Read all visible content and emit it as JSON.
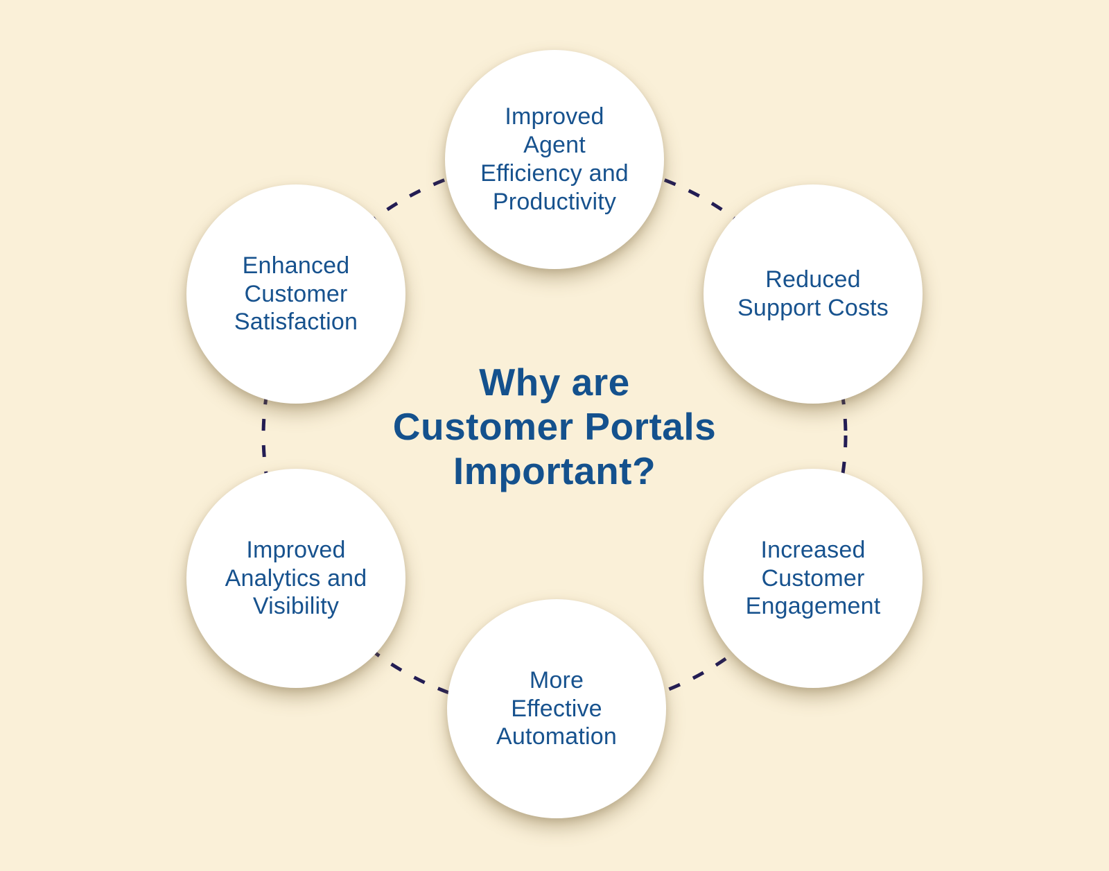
{
  "colors": {
    "background": "#FAF0D8",
    "node_fill": "#FFFFFF",
    "node_text": "#17528E",
    "title_text": "#14518D",
    "dash": "#231D54"
  },
  "title": {
    "text": "Why are\nCustomer Portals\nImportant?"
  },
  "nodes": [
    {
      "id": "improved-agent-efficiency-and-productivity",
      "position": "top",
      "label": "Improved\nAgent\nEfficiency and\nProductivity"
    },
    {
      "id": "reduced-support-costs",
      "position": "top-right",
      "label": "Reduced\nSupport Costs"
    },
    {
      "id": "increased-customer-engagement",
      "position": "bottom-right",
      "label": "Increased\nCustomer\nEngagement"
    },
    {
      "id": "more-effective-automation",
      "position": "bottom",
      "label": "More\nEffective\nAutomation"
    },
    {
      "id": "improved-analytics-and-visibility",
      "position": "bottom-left",
      "label": "Improved\nAnalytics and\nVisibility"
    },
    {
      "id": "enhanced-customer-satisfaction",
      "position": "top-left",
      "label": "Enhanced\nCustomer\nSatisfaction"
    }
  ]
}
